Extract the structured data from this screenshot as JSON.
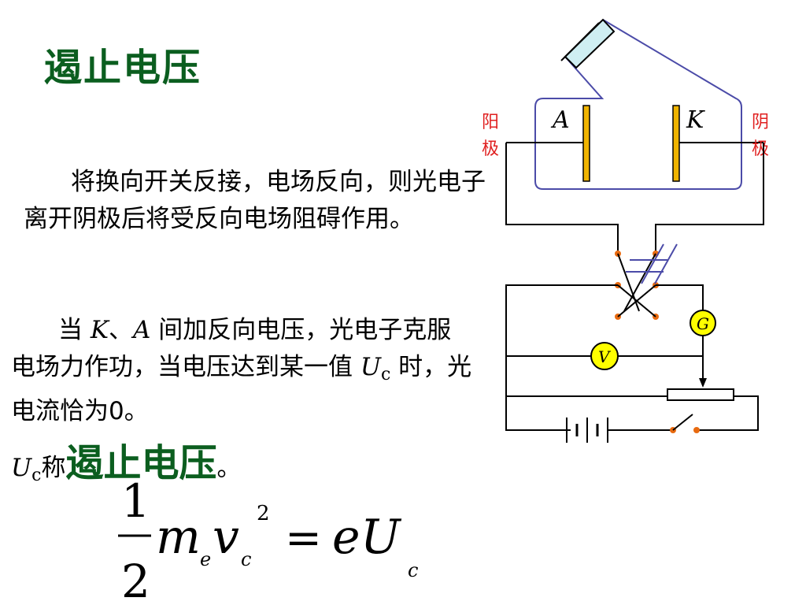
{
  "title": "遏止电压",
  "paragraph1": "将换向开关反接，电场反向，则光电子离开阴极后将受反向电场阻碍作用。",
  "paragraph2": {
    "part_a": "当 ",
    "k": "K",
    "sep": "、",
    "a": "A",
    "part_b": " 间加反向电压，光电子克服电场力作功，当电压达到某一值 ",
    "u": "U",
    "u_sub": "c",
    "part_c": " 时，光电流恰为0。"
  },
  "line4": {
    "u": "U",
    "u_sub": "c",
    "text": "称",
    "big": "遏止电压",
    "end": "。"
  },
  "diagram": {
    "anode_label": [
      "阳",
      "极"
    ],
    "cathode_label": [
      "阴",
      "极"
    ],
    "electrode_a": "A",
    "electrode_k": "K",
    "galvanometer": "G",
    "voltmeter": "V",
    "colors": {
      "tube": "#4b4ba8",
      "electrode": "#f0b400",
      "label_red": "#e02020",
      "meter_fill": "#ffff00",
      "window": "#cfeef2"
    }
  },
  "formula": {
    "num": "1",
    "den": "2",
    "m": "m",
    "m_sub": "e",
    "v": "v",
    "v_sub": "c",
    "exp": "2",
    "eq": "=",
    "e": "e",
    "U": "U",
    "U_sub": "c"
  }
}
